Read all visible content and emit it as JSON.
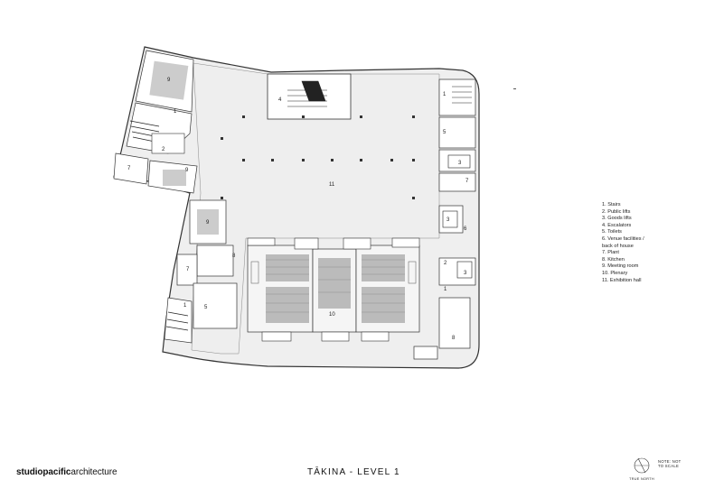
{
  "plan": {
    "room_numbers": {
      "r1a": "1",
      "r1b": "1",
      "r1c": "1",
      "r1d": "1",
      "r2a": "2",
      "r2b": "2",
      "r3a": "3",
      "r3b": "3",
      "r3c": "3",
      "r4": "4",
      "r5a": "5",
      "r5b": "5",
      "r6": "6",
      "r7a": "7",
      "r7b": "7",
      "r7c": "7",
      "r8a": "8",
      "r8b": "8",
      "r9a": "9",
      "r9b": "9",
      "r9c": "9",
      "r10": "10",
      "r11": "11"
    }
  },
  "legend": {
    "items": [
      "1. Stairs",
      "2. Public lifts",
      "3. Goods lifts",
      "4. Escalators",
      "5. Toilets",
      "6. Venue facilities /\nback of house",
      "7. Plant",
      "8. Kitchen",
      "9. Meeting room",
      "10. Plenary",
      "11. Exhibition hall"
    ]
  },
  "footer": {
    "brand_bold": "studiopacific",
    "brand_light": "architecture",
    "title": "TĀKINA - LEVEL 1",
    "north_label": "TRUE NORTH",
    "note": "NOTE: NOT\nTO SCALE"
  }
}
